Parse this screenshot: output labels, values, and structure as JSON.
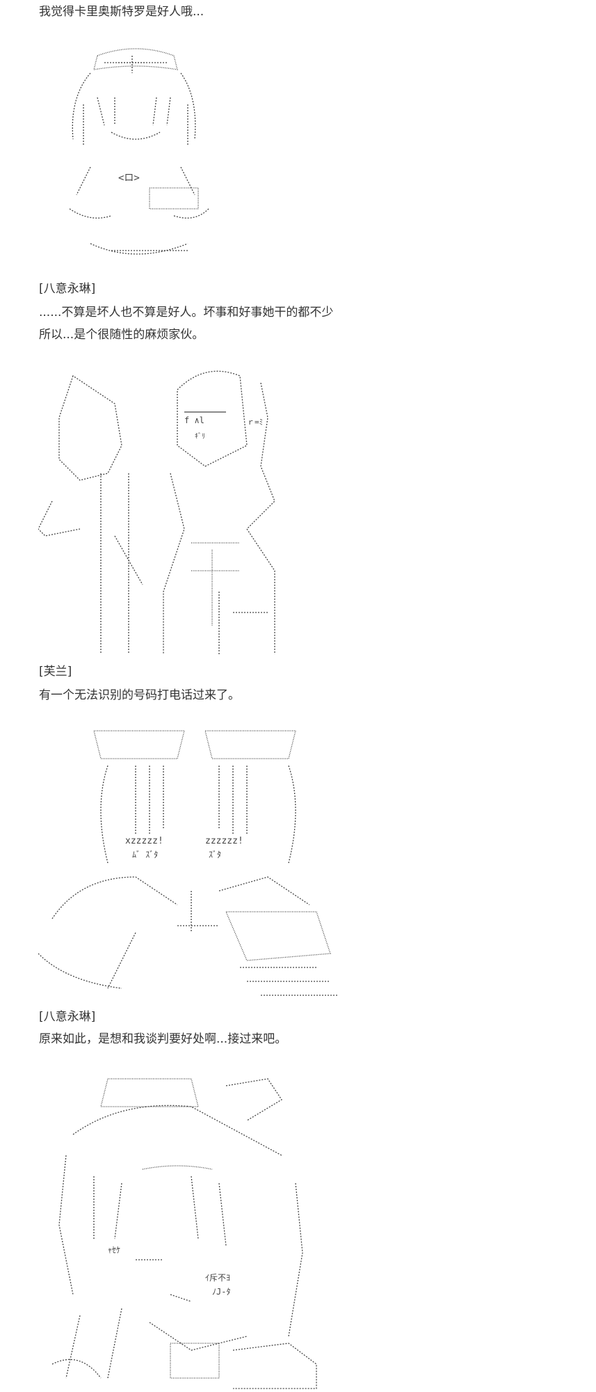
{
  "lines": [
    "我觉得卡里奥斯特罗是好人哦...",
    "[八意永琳]",
    "......不算是坏人也不算是好人。坏事和好事她干的都不少",
    "所以...是个很随性的麻烦家伙。",
    "[芙兰]",
    "有一个无法识别的号码打电话过来了。",
    "[八意永琳]",
    "原来如此，是想和我谈判要好处啊...接过来吧。"
  ],
  "art_glyphs": {
    "a1_mouth": "<ロ>",
    "a2_text1": "f ∧l",
    "a2_text2": "ｷﾞﾘ",
    "a2_side": "ｒ=ﾐ",
    "a3_z1": "xzzzzz!",
    "a3_z2": "zzzzzz!",
    "a3_mark1": "ﾑﾞ ｽﾞﾀ",
    "a3_mark2": "ｽﾞﾀ",
    "a4_t1": "ｬｾｹ",
    "a4_t2": "ｲ斥不ﾖ",
    "a4_t3": "ﾉJ-ﾀ"
  }
}
